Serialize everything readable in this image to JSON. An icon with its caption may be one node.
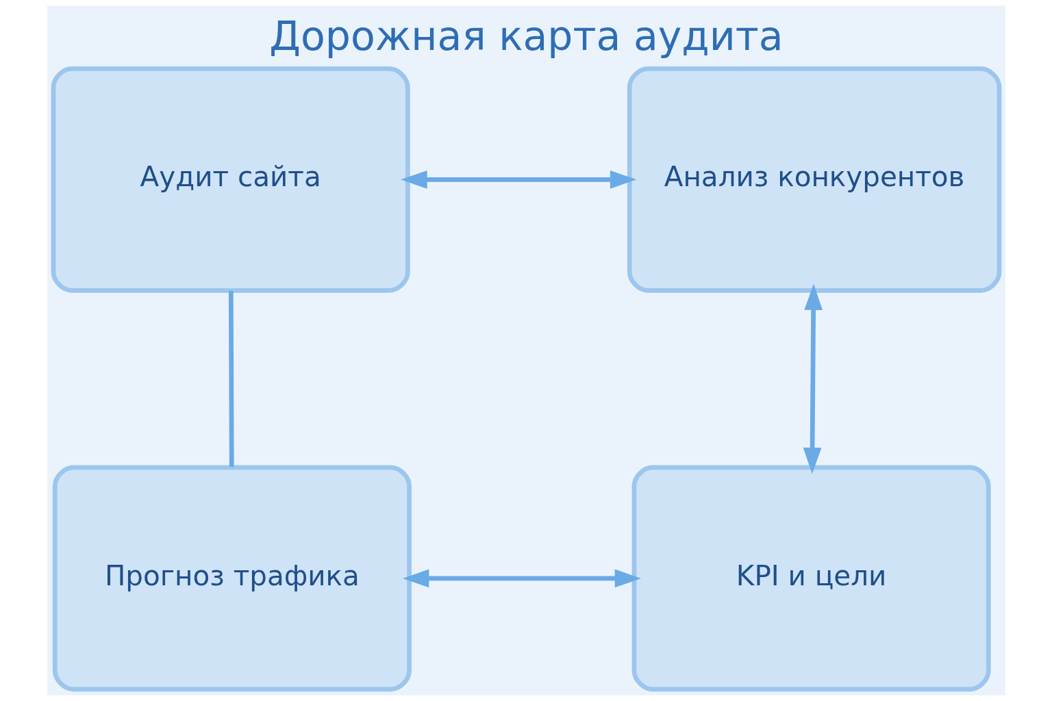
{
  "diagram": {
    "title": "Дорожная карта аудита",
    "nodes": [
      {
        "text": [
          "Аудит сайта"
        ]
      },
      {
        "text": [
          "Анализ конкурентов"
        ]
      },
      {
        "text": [
          "Прогноз трафика"
        ]
      },
      {
        "text": [
          "KPI и цели"
        ]
      }
    ],
    "edges": [
      {
        "from": 0,
        "to": 1,
        "arrow": "both"
      },
      {
        "from": 1,
        "to": 3,
        "arrow": "both"
      },
      {
        "from": 2,
        "to": 3,
        "arrow": "both"
      },
      {
        "from": 0,
        "to": 2,
        "arrow": "none"
      }
    ]
  }
}
